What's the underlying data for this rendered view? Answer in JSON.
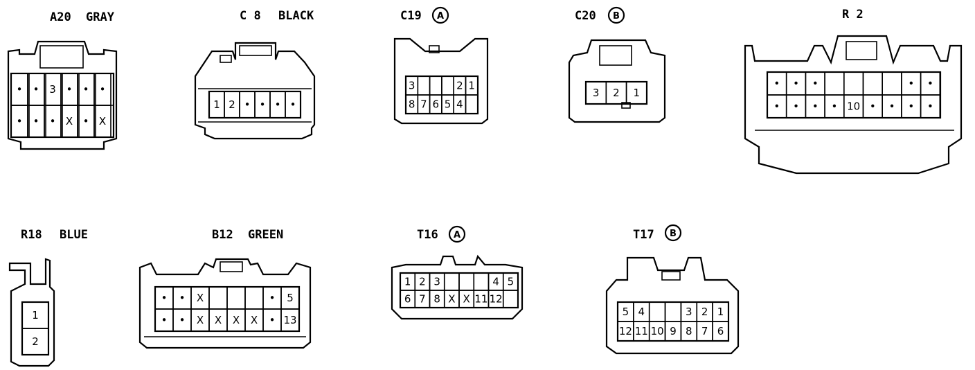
{
  "connectors": [
    {
      "id": "a20",
      "code": "A20",
      "color": "GRAY",
      "marker": "",
      "pins": {
        "rows": [
          [
            "•",
            "•",
            "3",
            "•",
            "•",
            "•"
          ],
          [
            "•",
            "•",
            "•",
            "X",
            "•",
            "X"
          ]
        ]
      }
    },
    {
      "id": "c8",
      "code": "C 8",
      "color": "BLACK",
      "marker": "",
      "pins": {
        "rows": [
          [
            "1",
            "2",
            "•",
            "•",
            "•",
            "•"
          ]
        ]
      }
    },
    {
      "id": "c19",
      "code": "C19",
      "color": "",
      "marker": "A",
      "pins": {
        "rows": [
          [
            "3",
            "",
            "",
            "",
            "2",
            "1"
          ],
          [
            "8",
            "7",
            "6",
            "5",
            "4",
            ""
          ]
        ]
      }
    },
    {
      "id": "c20",
      "code": "C20",
      "color": "",
      "marker": "B",
      "pins": {
        "rows": [
          [
            "3",
            "2",
            "1"
          ]
        ]
      }
    },
    {
      "id": "r2",
      "code": "R 2",
      "color": "",
      "marker": "",
      "pins": {
        "rows": [
          [
            "•",
            "•",
            "•",
            "",
            "",
            "",
            "",
            "•",
            "•"
          ],
          [
            "•",
            "•",
            "•",
            "•",
            "10",
            "•",
            "•",
            "•",
            "•"
          ]
        ]
      }
    },
    {
      "id": "r18",
      "code": "R18",
      "color": "BLUE",
      "marker": "",
      "pins": {
        "rows": [
          [
            "1"
          ],
          [
            "2"
          ]
        ]
      }
    },
    {
      "id": "b12",
      "code": "B12",
      "color": "GREEN",
      "marker": "",
      "pins": {
        "rows": [
          [
            "•",
            "•",
            "X",
            "",
            "",
            "",
            "•",
            "5"
          ],
          [
            "•",
            "•",
            "X",
            "X",
            "X",
            "X",
            "•",
            "13"
          ]
        ]
      }
    },
    {
      "id": "t16",
      "code": "T16",
      "color": "",
      "marker": "A",
      "pins": {
        "rows": [
          [
            "1",
            "2",
            "3",
            "",
            "",
            "",
            "4",
            "5"
          ],
          [
            "6",
            "7",
            "8",
            "X",
            "X",
            "11",
            "12",
            ""
          ]
        ]
      }
    },
    {
      "id": "t17",
      "code": "T17",
      "color": "",
      "marker": "B",
      "pins": {
        "rows": [
          [
            "5",
            "4",
            "",
            "",
            "3",
            "2",
            "1"
          ],
          [
            "12",
            "11",
            "10",
            "9",
            "8",
            "7",
            "6"
          ]
        ]
      }
    }
  ]
}
